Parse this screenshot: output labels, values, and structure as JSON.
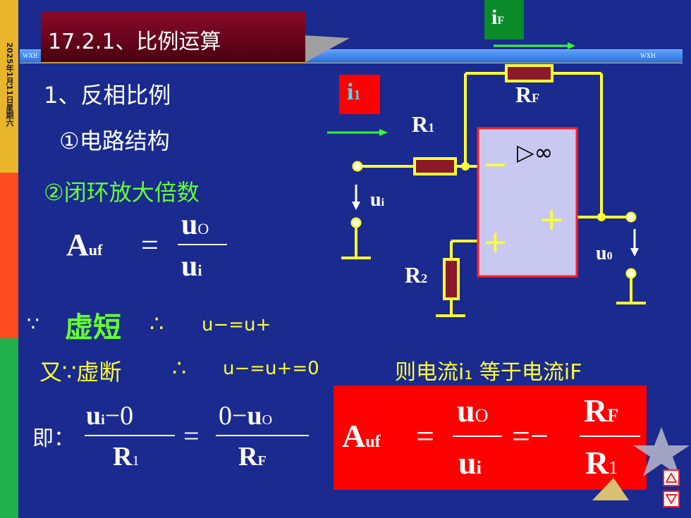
{
  "side_date": "2025年1月11日星期六",
  "header": {
    "title": "17.2.1、比例运算",
    "watermark_left": "WXH",
    "watermark_right": "WXH"
  },
  "content": {
    "heading": "1、反相比例",
    "item1": "①电路结构",
    "item2": "②闭环放大倍数",
    "virtual_short_sym": "∵",
    "virtual_short": "虚短",
    "therefore1": "∴",
    "eq_short": "u−=u+",
    "virtual_open_prefix": "又∵虚断",
    "therefore2": "∴",
    "eq_open": "u−=u+=0",
    "current_statement": "则电流i₁ 等于电流iF",
    "ie_label": "即："
  },
  "formula1": {
    "lhs": "A",
    "lhs_sub": "uf",
    "eq": "=",
    "num": "u",
    "num_sub": "O",
    "den": "u",
    "den_sub": "i"
  },
  "formula2": {
    "num1": "u",
    "num1_sub": "i",
    "num1_rest": "−0",
    "den1": "R",
    "den1_sub": "1",
    "eq": "=",
    "num2": "0−",
    "num2_var": "u",
    "num2_sub": "O",
    "den2": "R",
    "den2_sub": "F"
  },
  "formula3": {
    "lhs": "A",
    "lhs_sub": "uf",
    "eq1": "=",
    "num": "u",
    "num_sub": "O",
    "den": "u",
    "den_sub": "i",
    "eq2": "=−",
    "num2": "R",
    "num2_sub": "F",
    "den2": "R",
    "den2_sub": "1"
  },
  "circuit": {
    "iF": "i",
    "iF_sub": "F",
    "i1": "i",
    "i1_sub": "1",
    "RF": "R",
    "RF_sub": "F",
    "R1": "R",
    "R1_sub": "1",
    "R2": "R",
    "R2_sub": "2",
    "ui": "u",
    "ui_sub": "i",
    "u0": "u",
    "u0_sub": "0",
    "opamp_symbol": "▷∞",
    "minus": "−",
    "plus_in": "+",
    "plus_out": "+"
  },
  "colors": {
    "background": "#1a2a8f",
    "green_text": "#66ff33",
    "yellow_text": "#ffff33",
    "wire": "#ffff33",
    "opamp_fill": "#c8c8f0",
    "resistor_fill": "#8a1a2a",
    "red_box": "#ff0000"
  }
}
